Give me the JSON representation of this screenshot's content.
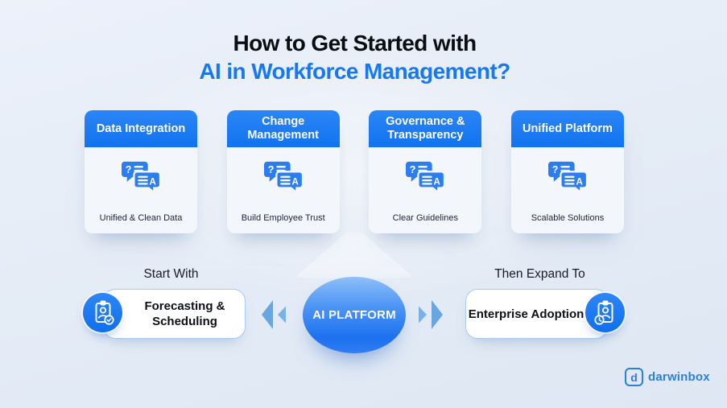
{
  "title": {
    "line1": "How to Get Started with",
    "line2": "AI in Workforce Management?"
  },
  "cards": [
    {
      "header": "Data Integration",
      "caption": "Unified & Clean Data"
    },
    {
      "header": "Change Management",
      "caption": "Build Employee Trust"
    },
    {
      "header": "Governance & Transparency",
      "caption": "Clear Guidelines"
    },
    {
      "header": "Unified Platform",
      "caption": "Scalable Solutions"
    }
  ],
  "flow": {
    "start_label": "Start With",
    "start_item": "Forecasting & Scheduling",
    "platform_label": "AI PLATFORM",
    "expand_label": "Then Expand To",
    "expand_item": "Enterprise Adoption"
  },
  "brand": {
    "monogram": "d",
    "name": "darwinbox"
  },
  "colors": {
    "accent_blue": "#1678f2",
    "title_blue": "#1678f2",
    "chevron_blue": "#67a6e0",
    "background": "#e4ebf6",
    "brand_blue": "#2e7fd9",
    "card_body": "#f3f7fc"
  }
}
